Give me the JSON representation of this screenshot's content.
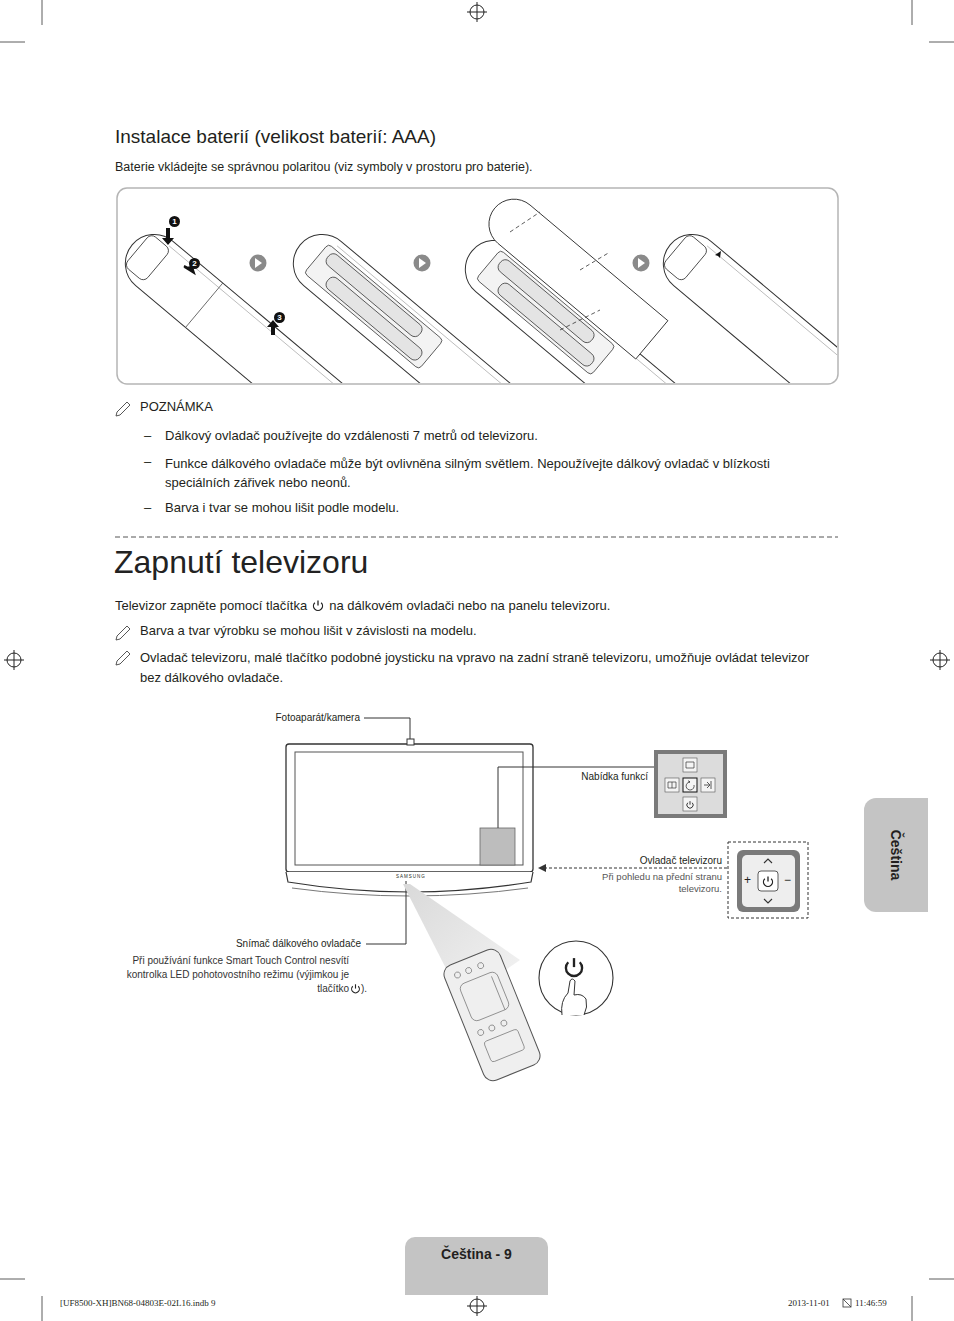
{
  "diagram": {
    "title": "Zapnutí televizoru",
    "nodes": [
      {
        "text": [
          "Čeština"
        ]
      },
      {
        "text": [
          "Čeština - 9"
        ]
      }
    ],
    "labels": [
      "Instalace baterií (velikost baterií: AAA)",
      "Baterie vkládejte se správnou polaritou (viz symboly v prostoru pro baterie).",
      "1",
      "2",
      "3",
      "POZNÁMKA",
      "–",
      "Dálkový ovladač používejte do vzdálenosti 7 metrů od televizoru.",
      "–",
      "Funkce dálkového ovladače může být ovlivněna silným světlem. Nepoužívejte dálkový ovladač v blízkosti speciálních zářivek nebo neonů.",
      "–",
      "Barva i tvar se mohou lišit podle modelu.",
      "Televizor zapněte pomocí tlačítka",
      "na dálkovém ovladači nebo na panelu televizoru.",
      "Barva a tvar výrobku se mohou lišit v závislosti na modelu.",
      "Ovladač televizoru, malé tlačítko podobné joysticku na vpravo na zadní straně televizoru, umožňuje ovládat televizor bez dálkového ovladače.",
      "Fotoaparát/kamera",
      "Nabídka funkcí",
      "Ovladač televizoru",
      "Při pohledu na přední stranu televizoru.",
      "SAMSUNG",
      "Snímač dálkového ovladače",
      "Při používání funkce Smart Touch Control nesvítí kontrolka LED pohotovostního režimu (výjimkou je tlačítko",
      ").",
      "[UF8500-XH]BN68-04803E-02L16.indb 9",
      "2013-11-01",
      "11:46:59",
      "+",
      "−"
    ]
  }
}
